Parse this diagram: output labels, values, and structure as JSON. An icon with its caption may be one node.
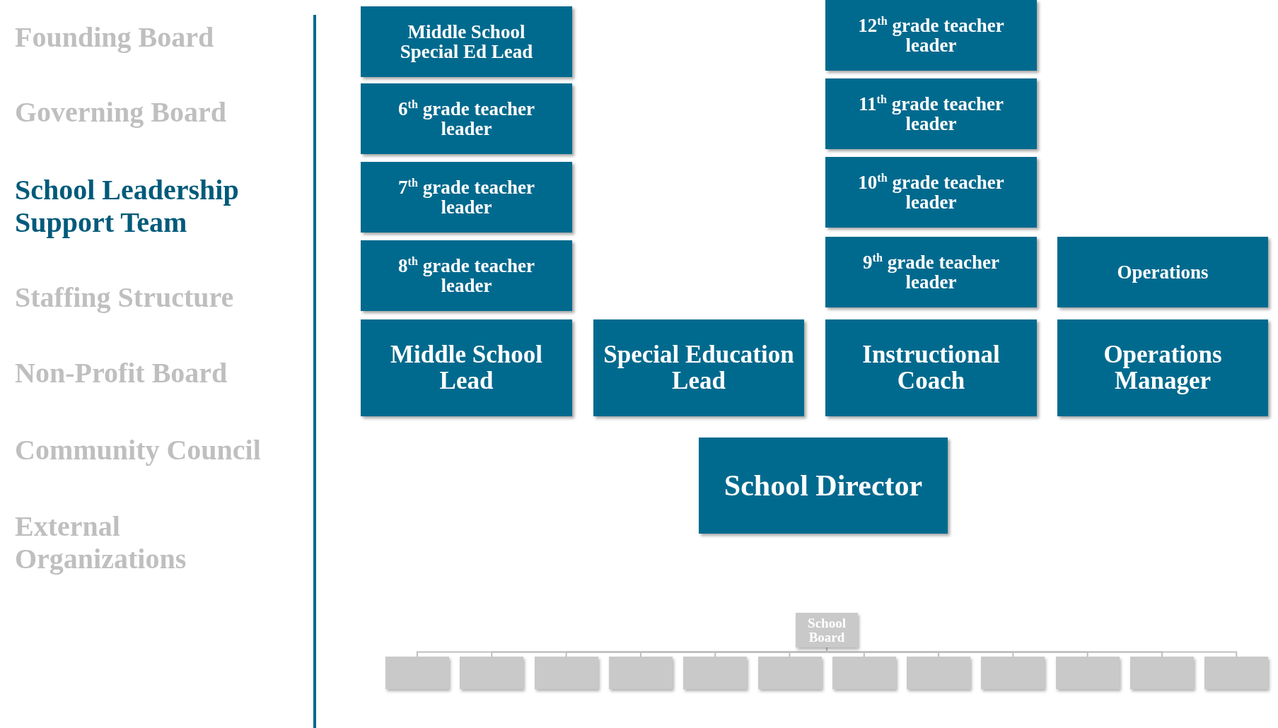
{
  "diagram": {
    "nodes": [
      {
        "text": [
          "Middle School Special Ed Lead"
        ]
      },
      {
        "text": [
          "12$^{th}$ grade teacher leader"
        ]
      },
      {
        "text": [
          "6$^{th}$ grade teacher leader"
        ]
      },
      {
        "text": [
          "11$^{th}$ grade teacher leader"
        ]
      },
      {
        "text": [
          "7$^{th}$ grade teacher leader"
        ]
      },
      {
        "text": [
          "10$^{th}$ grade teacher leader"
        ]
      },
      {
        "text": [
          "8$^{th}$ grade teacher leader"
        ]
      },
      {
        "text": [
          "9$^{th}$ grade teacher leader"
        ]
      },
      {
        "text": [
          "Operations"
        ]
      },
      {
        "text": [
          "Middle School Lead"
        ]
      },
      {
        "text": [
          "Special Education Lead"
        ]
      },
      {
        "text": [
          "Instructional Coach"
        ]
      },
      {
        "text": [
          "Operations Manager"
        ]
      },
      {
        "text": [
          "School Director"
        ]
      },
      {
        "text": [
          "School Board"
        ]
      },
      {
        "text": [],
        "shape": "box"
      },
      {
        "text": [],
        "shape": "box"
      },
      {
        "text": [],
        "shape": "box"
      },
      {
        "text": [],
        "shape": "box"
      },
      {
        "text": [],
        "shape": "box"
      },
      {
        "text": [],
        "shape": "box"
      },
      {
        "text": [],
        "shape": "box"
      },
      {
        "text": [],
        "shape": "box"
      },
      {
        "text": [],
        "shape": "box"
      },
      {
        "text": [],
        "shape": "box"
      },
      {
        "text": [],
        "shape": "box"
      },
      {
        "text": [],
        "shape": "box"
      }
    ],
    "edges": [
      {
        "from": 14,
        "to": 15,
        "arrow": "none"
      },
      {
        "from": 14,
        "to": 16,
        "arrow": "none"
      },
      {
        "from": 14,
        "to": 17,
        "arrow": "none"
      },
      {
        "from": 14,
        "to": 18,
        "arrow": "none"
      },
      {
        "from": 14,
        "to": 19,
        "arrow": "none"
      },
      {
        "from": 14,
        "to": 20,
        "arrow": "none"
      },
      {
        "from": 14,
        "to": 21,
        "arrow": "none"
      },
      {
        "from": 14,
        "to": 22,
        "arrow": "none"
      },
      {
        "from": 14,
        "to": 23,
        "arrow": "none"
      },
      {
        "from": 14,
        "to": 24,
        "arrow": "none"
      },
      {
        "from": 14,
        "to": 25,
        "arrow": "none"
      },
      {
        "from": 14,
        "to": 26,
        "arrow": "none"
      }
    ],
    "labels": [
      "Founding Board",
      "Governing Board",
      "School Leadership Support Team",
      "Staffing Structure",
      "Non-Profit Board",
      "Community Council",
      "External Organizations"
    ]
  }
}
